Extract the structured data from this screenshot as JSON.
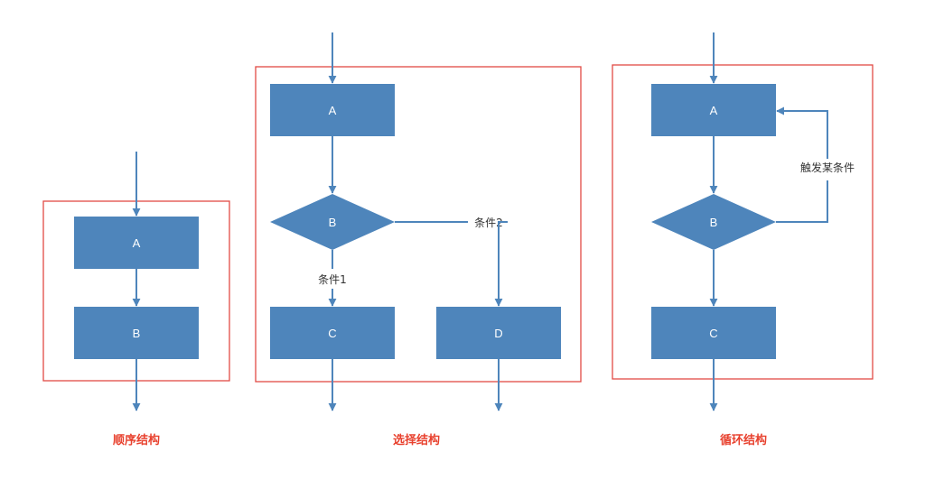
{
  "colors": {
    "node": "#4e85bb",
    "arrow": "#4e85bb",
    "frame": "#e14a44",
    "caption": "#e8412e",
    "edge_label": "#333333"
  },
  "sequence": {
    "caption": "顺序结构",
    "nodes": {
      "a": "A",
      "b": "B"
    }
  },
  "selection": {
    "caption": "选择结构",
    "nodes": {
      "a": "A",
      "b": "B",
      "c": "C",
      "d": "D"
    },
    "edge_labels": {
      "cond1": "条件1",
      "cond2": "条件2"
    }
  },
  "loop": {
    "caption": "循环结构",
    "nodes": {
      "a": "A",
      "b": "B",
      "c": "C"
    },
    "edge_labels": {
      "trigger": "触发某条件"
    }
  }
}
